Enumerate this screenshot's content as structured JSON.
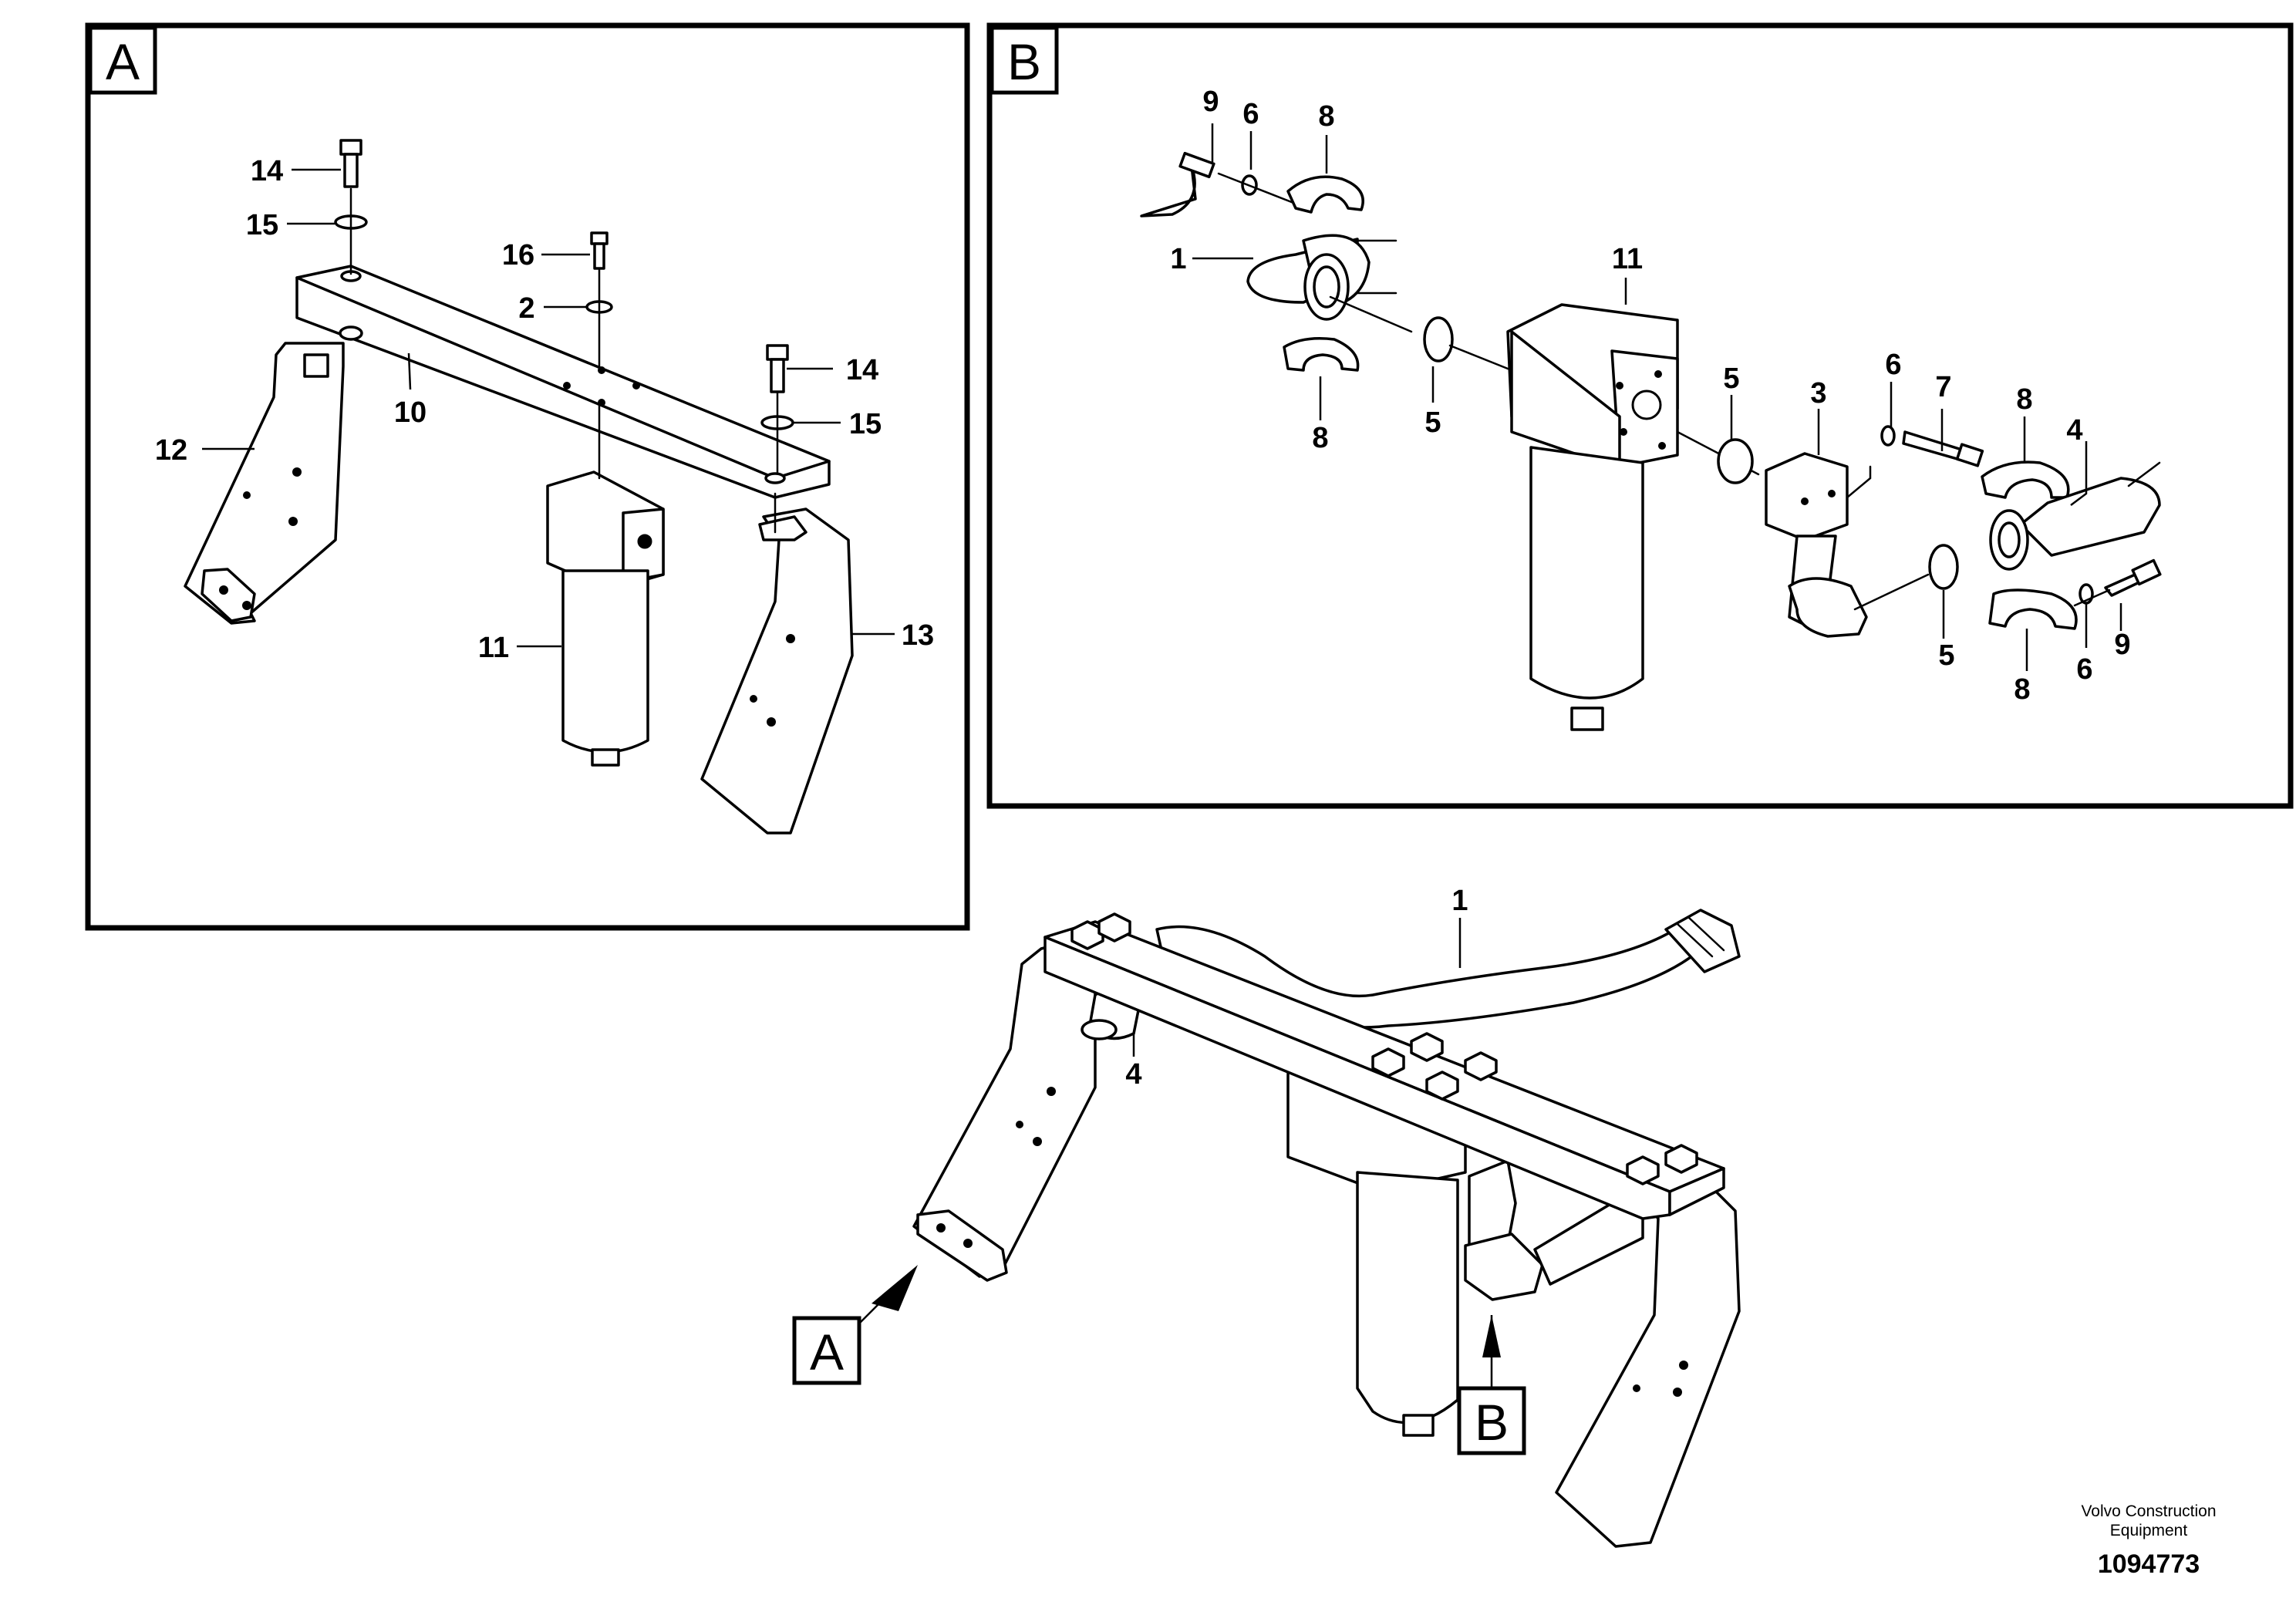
{
  "views": {
    "a": {
      "label": "A"
    },
    "b": {
      "label": "B"
    }
  },
  "pointers": {
    "a": "A",
    "b": "B"
  },
  "callouts": {
    "a": {
      "bolt_left": "14",
      "washer_left": "15",
      "bolt_center": "16",
      "washer_center": "2",
      "bolt_right": "14",
      "washer_right": "15",
      "plate": "10",
      "bracket_left": "12",
      "filter": "11",
      "bracket_right": "13"
    },
    "b": {
      "screw_top": "9",
      "washer_top": "6",
      "clamp_top": "8",
      "hose_in": "1",
      "clamp_lower_left": "8",
      "oring_left": "5",
      "filter_head": "11",
      "oring_mid": "5",
      "adapter": "3",
      "washer_mid": "6",
      "screw_mid": "7",
      "clamp_upper_right": "8",
      "hose_out": "4",
      "oring_right": "5",
      "clamp_lower_right": "8",
      "washer_lower_right": "6",
      "screw_lower_right": "9"
    },
    "main": {
      "hose_in": "1",
      "hose_out": "4"
    }
  },
  "footer": {
    "brand_line1": "Volvo Construction",
    "brand_line2": "Equipment",
    "doc_number": "1094773"
  }
}
